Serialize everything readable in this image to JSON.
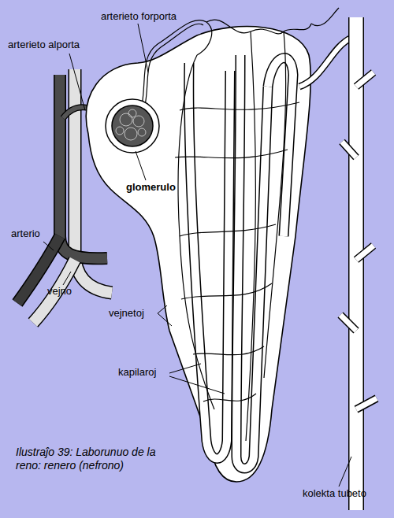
{
  "diagram": {
    "caption": "Ilustraĵo 39: Laborunuo de la reno: renero (nefrono)",
    "labels": [
      "arterieto forporta",
      "arterieto alporta",
      "glomerulo",
      "arterio",
      "vejno",
      "vejnetoj",
      "kapilaroj",
      "kolekta tubeto"
    ]
  }
}
